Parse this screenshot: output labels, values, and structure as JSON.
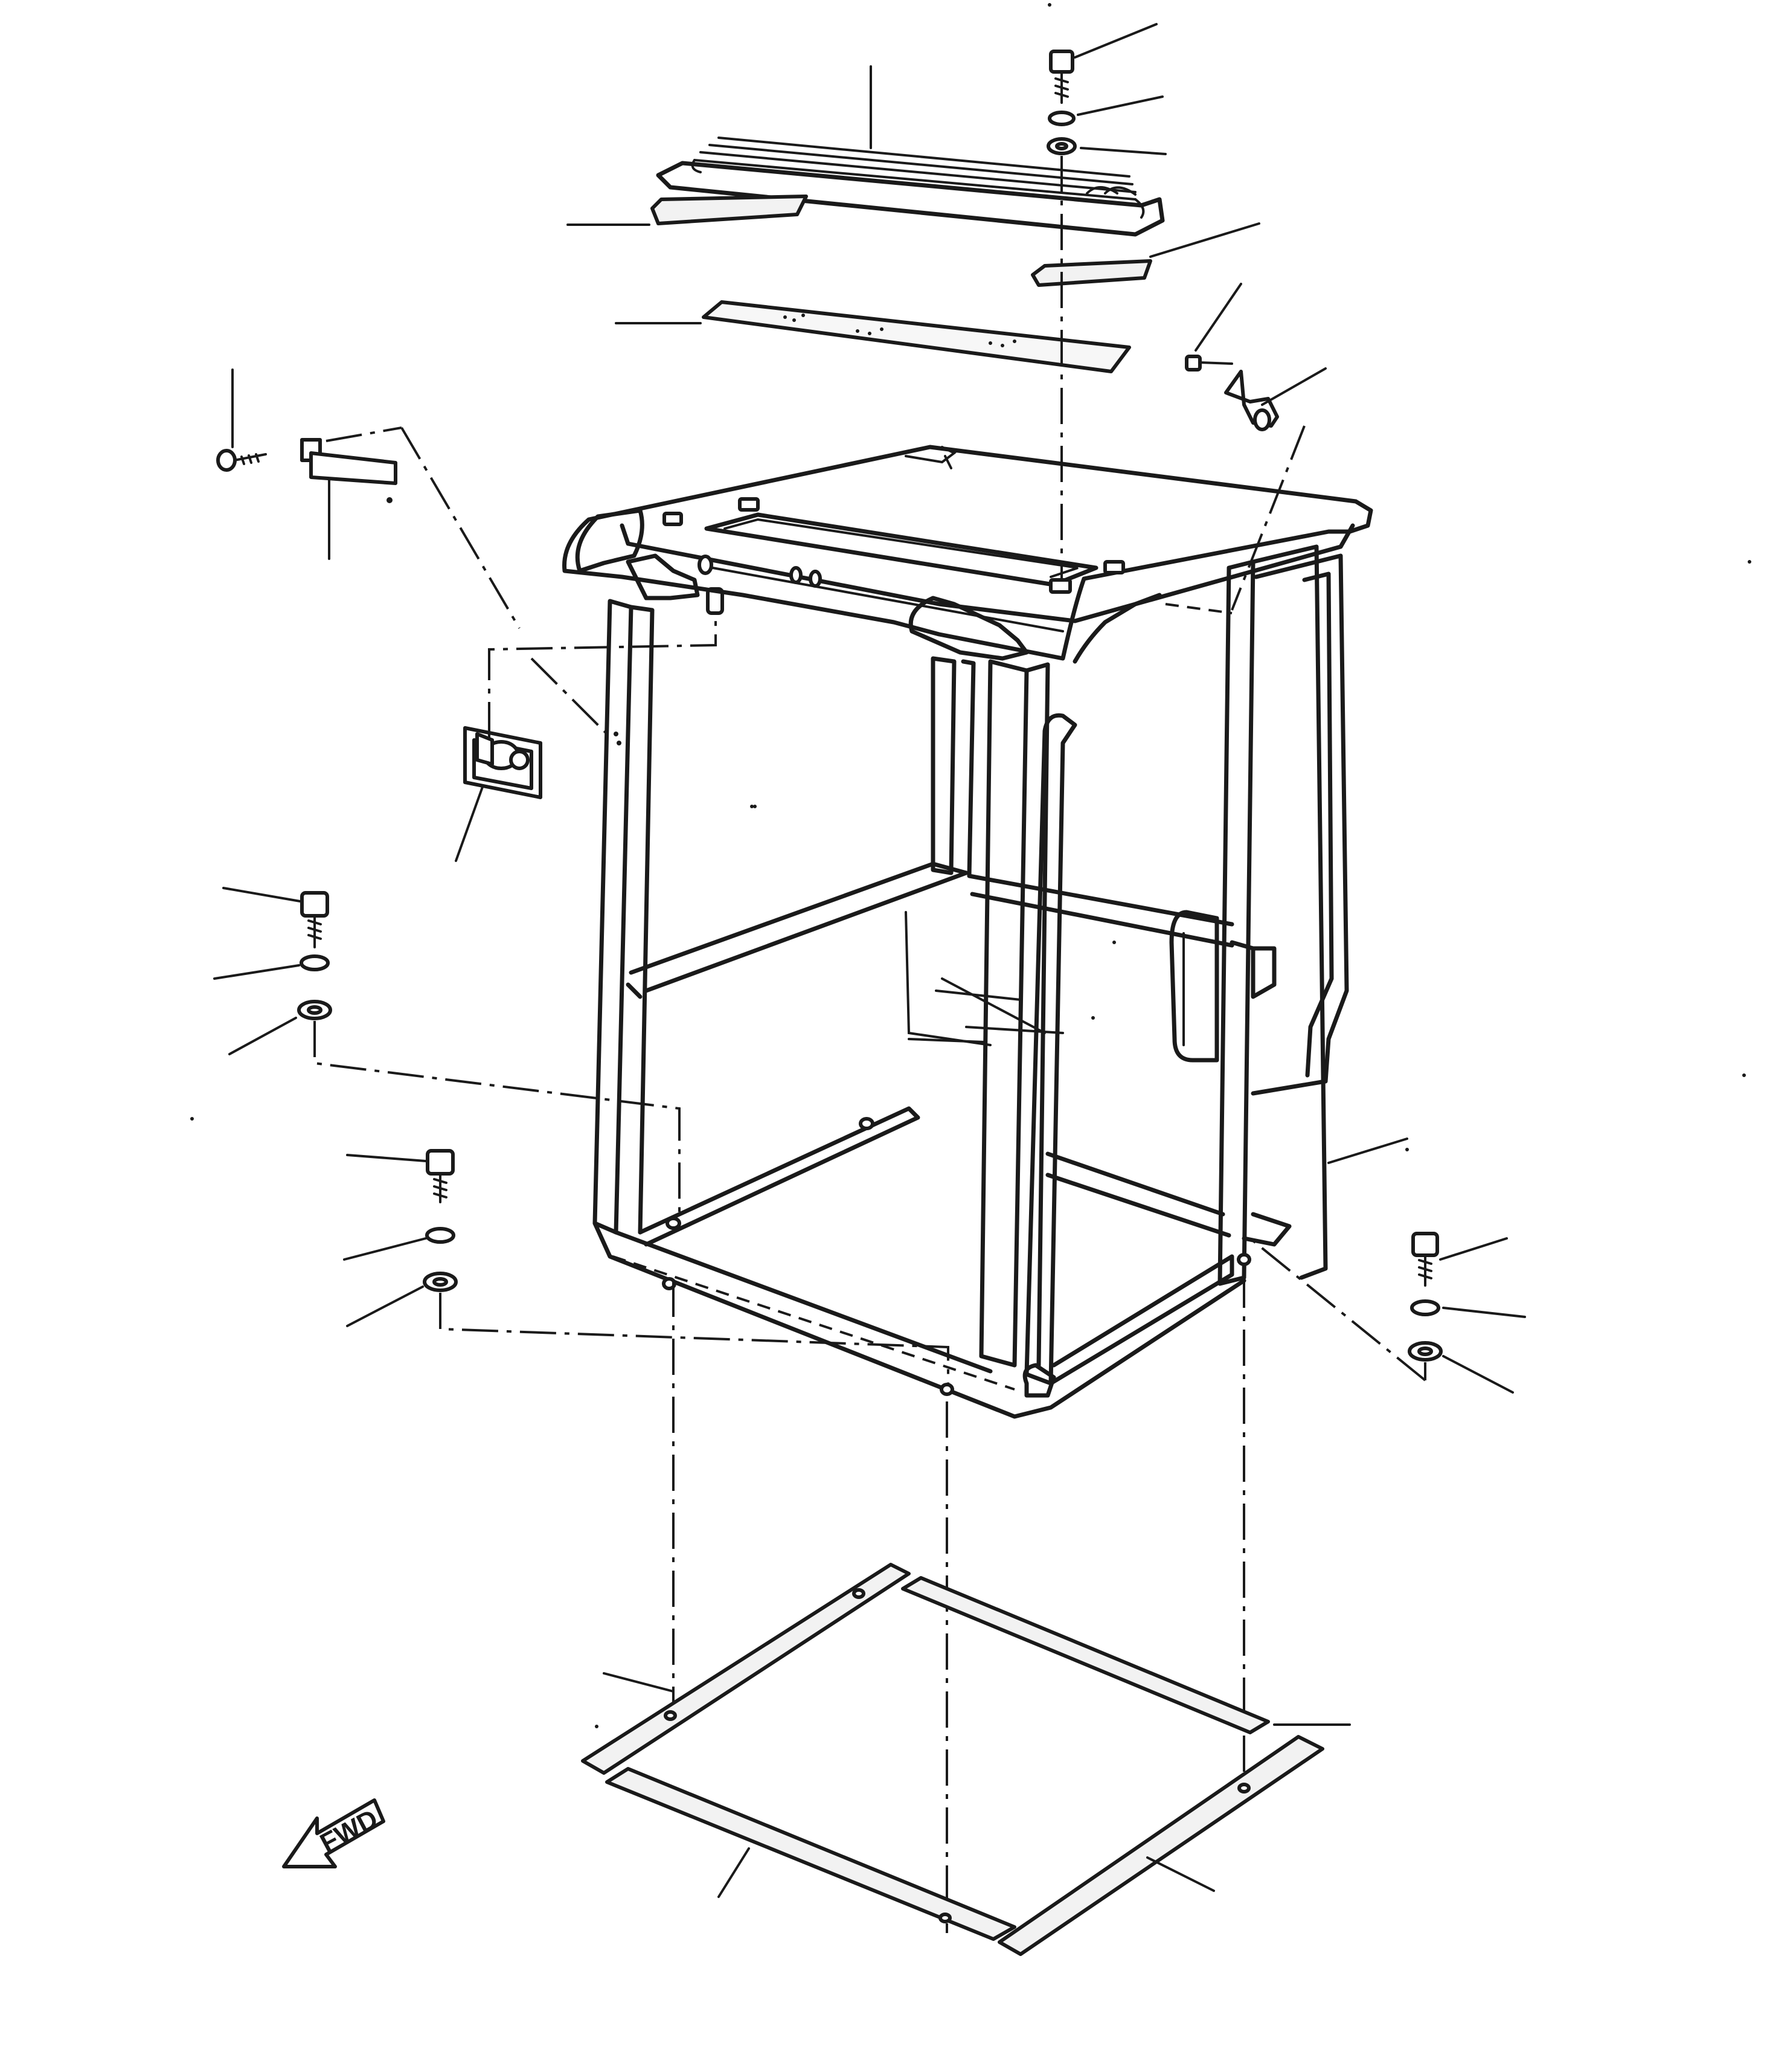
{
  "diagram": {
    "fwd_label": "FWD"
  },
  "colors": {
    "ink": "#1a1a1a",
    "paper": "#ffffff",
    "gasket_fill": "#f2f2f2"
  },
  "parts": [
    {
      "name": "cab-frame"
    },
    {
      "name": "roof-rail-guard"
    },
    {
      "name": "roof-pad-left"
    },
    {
      "name": "roof-pad-right"
    },
    {
      "name": "roof-panel"
    },
    {
      "name": "bolt-top"
    },
    {
      "name": "lock-washer-top"
    },
    {
      "name": "flat-washer-top"
    },
    {
      "name": "hook-bracket"
    },
    {
      "name": "hook-screw"
    },
    {
      "name": "wiper-bracket"
    },
    {
      "name": "wiper-screw"
    },
    {
      "name": "door-latch"
    },
    {
      "name": "bolt-left-upper"
    },
    {
      "name": "bolt-left-lower"
    },
    {
      "name": "bolt-right"
    },
    {
      "name": "floor-gasket-front"
    },
    {
      "name": "floor-gasket-rear"
    },
    {
      "name": "floor-gasket-left"
    },
    {
      "name": "floor-gasket-right"
    }
  ]
}
